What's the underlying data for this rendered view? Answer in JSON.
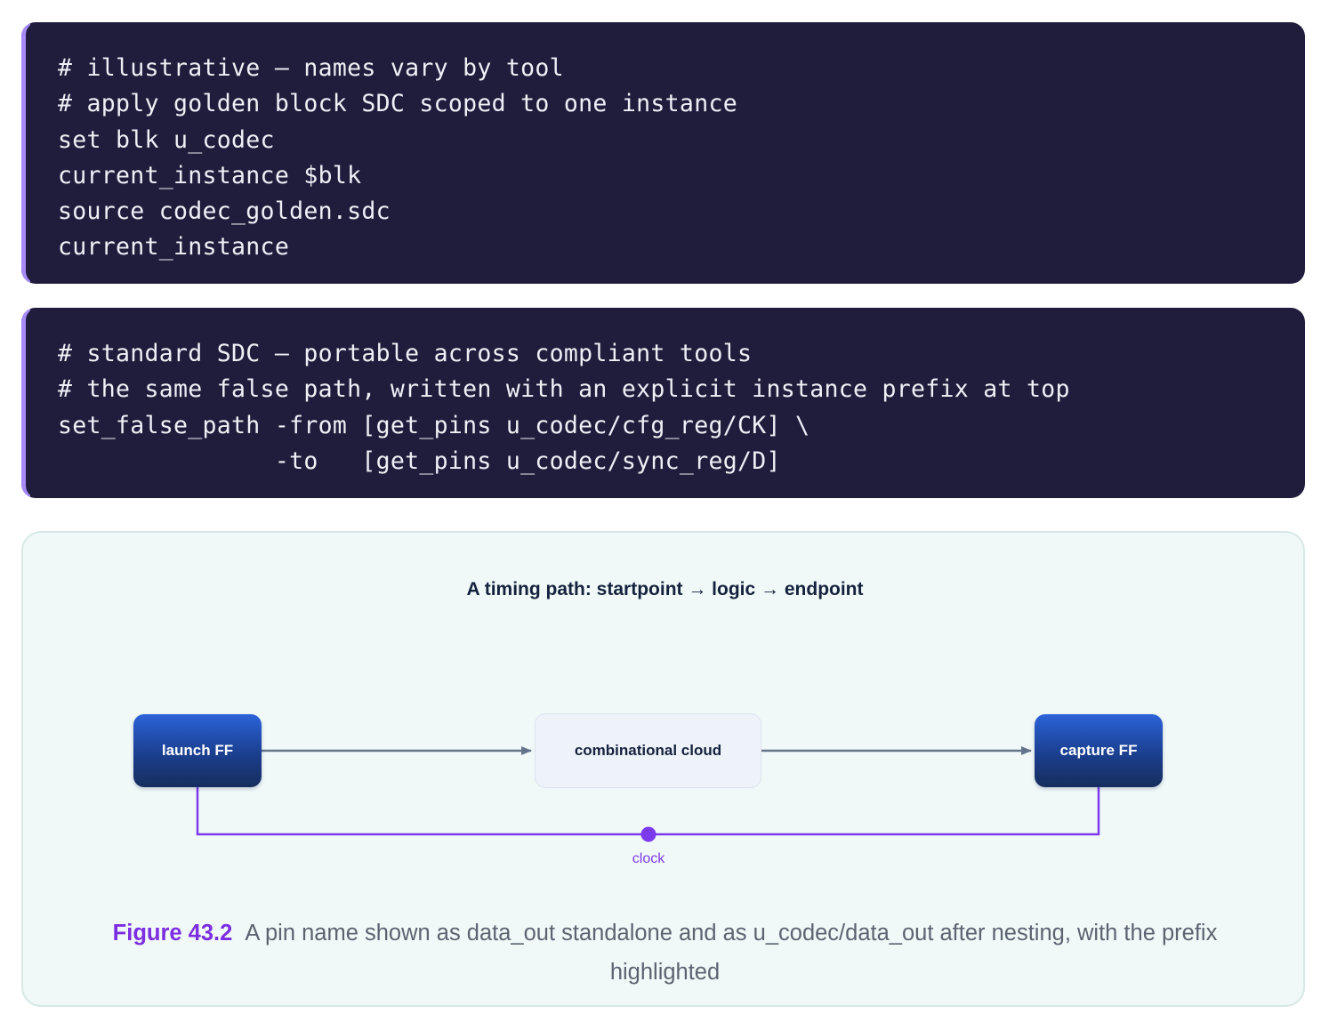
{
  "code_blocks": [
    {
      "lines": [
        "# illustrative — names vary by tool",
        "# apply golden block SDC scoped to one instance",
        "set blk u_codec",
        "current_instance $blk",
        "source codec_golden.sdc",
        "current_instance"
      ]
    },
    {
      "lines": [
        "# standard SDC — portable across compliant tools",
        "# the same false path, written with an explicit instance prefix at top",
        "set_false_path -from [get_pins u_codec/cfg_reg/CK] \\",
        "               -to   [get_pins u_codec/sync_reg/D]"
      ]
    }
  ],
  "figure": {
    "title": "A timing path: startpoint → logic → endpoint",
    "nodes": {
      "launch": "launch FF",
      "cloud": "combinational cloud",
      "capture": "capture FF"
    },
    "clock_label": "clock",
    "caption_number": "Figure 43.2",
    "caption_text": "A pin name shown as data_out standalone and as u_codec/data_out after nesting, with the prefix highlighted",
    "colors": {
      "arrow": "#64748b",
      "clock": "#7c3aed",
      "ff_fill": "#1e48a8",
      "cloud_fill": "#eef3fa"
    }
  }
}
